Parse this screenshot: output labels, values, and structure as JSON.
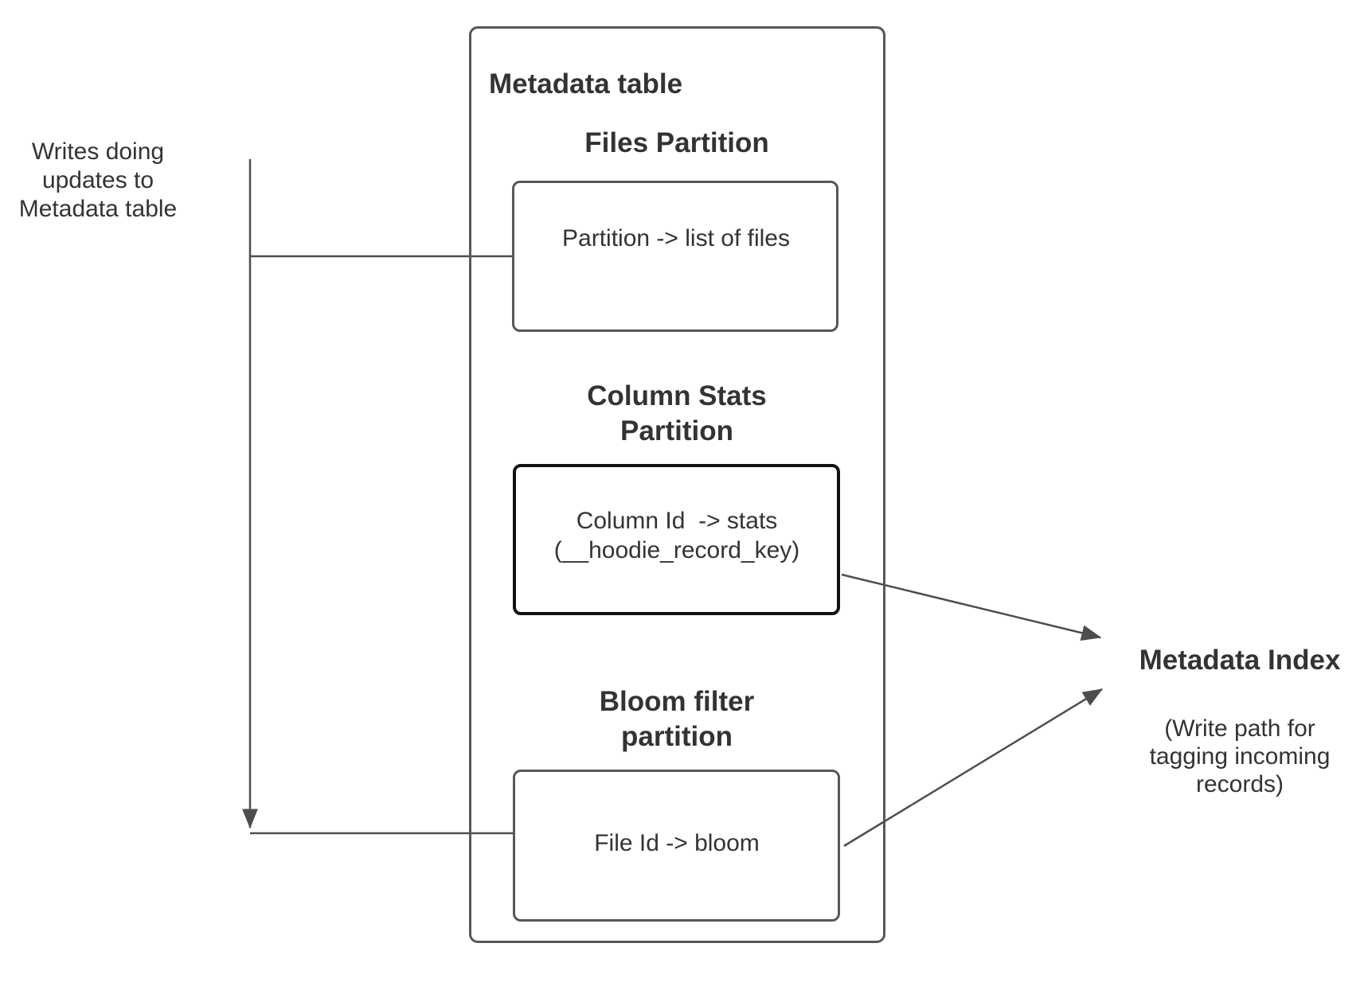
{
  "colors": {
    "background": "#ffffff",
    "line": "#4d4d4d",
    "box_border": "#575757",
    "box_border_emphasis": "#111111",
    "text": "#333333"
  },
  "left_note": "Writes doing\nupdates to\nMetadata table",
  "metadata_table": {
    "title": "Metadata table",
    "partitions": [
      {
        "heading": "Files Partition",
        "box_text": "Partition -> list of files"
      },
      {
        "heading": "Column Stats\nPartition",
        "box_text": "Column Id  -> stats\n(__hoodie_record_key)"
      },
      {
        "heading": "Bloom filter\npartition",
        "box_text": "File Id -> bloom"
      }
    ]
  },
  "metadata_index": {
    "title": "Metadata Index",
    "subtitle": "(Write path for\ntagging incoming\nrecords)"
  }
}
